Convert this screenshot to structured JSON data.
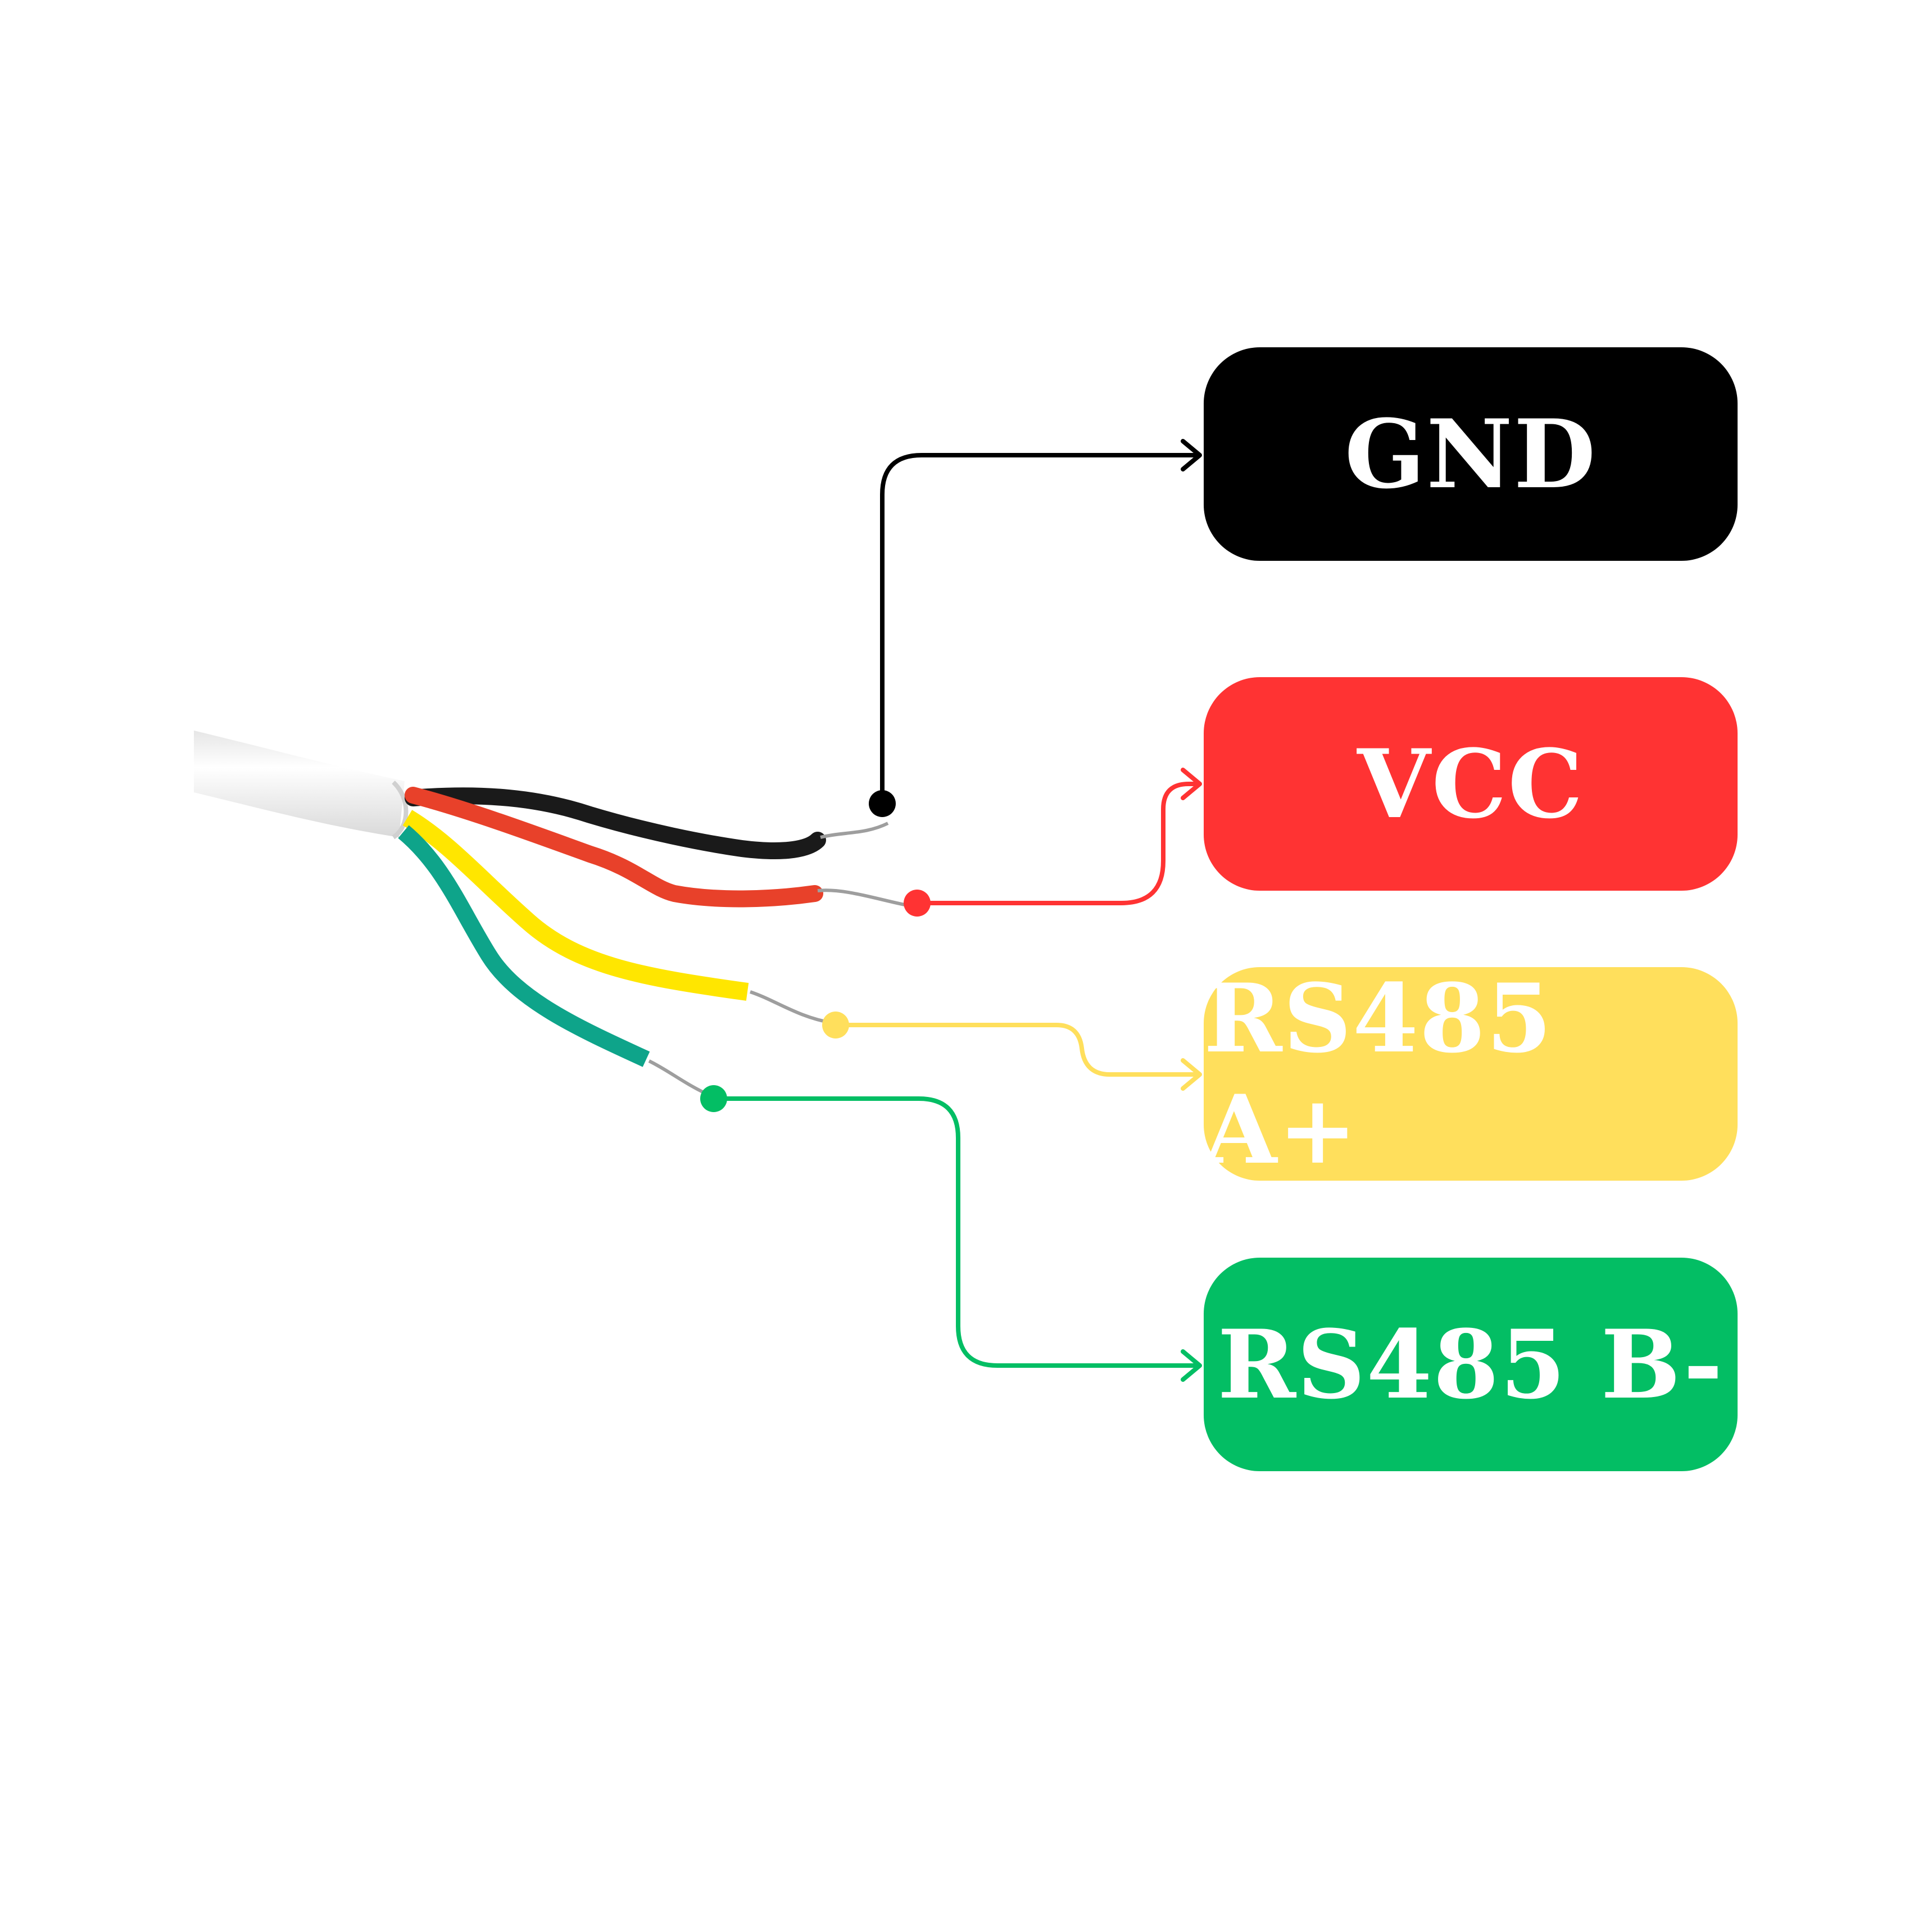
{
  "labels": {
    "gnd": {
      "text": "GND",
      "color": "#000000"
    },
    "vcc": {
      "text": "VCC",
      "color": "#ff3333"
    },
    "a_plus": {
      "text": "RS485 A+",
      "color": "#ffdf5c"
    },
    "b_minus": {
      "text": "RS485 B-",
      "color": "#03be64"
    }
  },
  "wire_colors": {
    "black": "#1a1a1a",
    "red": "#e8412a",
    "yellow": "#ffe600",
    "green": "#0ea48a",
    "cable_sheath": "#f2f2f2"
  },
  "connector_colors": {
    "gnd": "#000000",
    "vcc": "#ff3333",
    "a_plus": "#ffdf5c",
    "b_minus": "#03be64"
  }
}
